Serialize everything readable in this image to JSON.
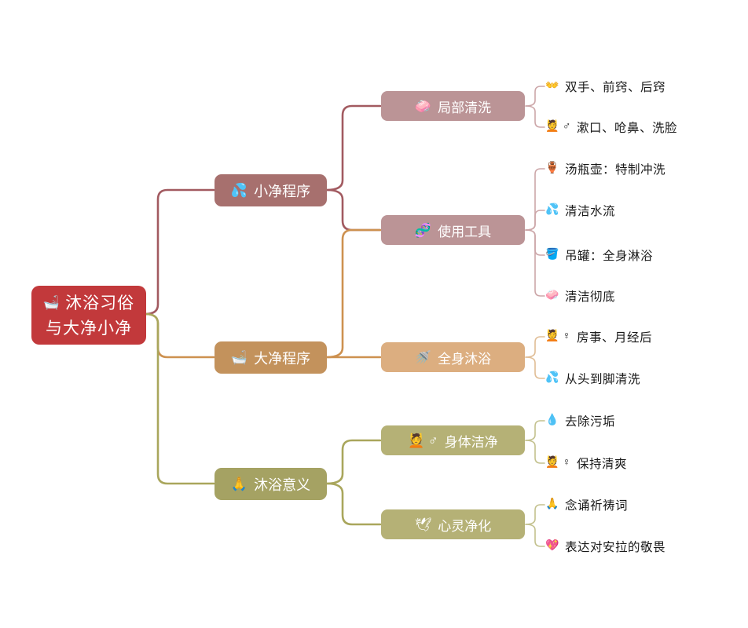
{
  "colors": {
    "background": "#ffffff",
    "root": "#c2393b",
    "node_text": "#ffffff",
    "leaf_text": "#1a1a1a",
    "branch1": "#a7706e",
    "branch1_line": "#a25a60",
    "branch1_child": "#bb9496",
    "branch1_leafline": "#cca6a8",
    "branch2": "#c3925c",
    "branch2_line": "#cd9150",
    "branch2_child": "#dcae80",
    "branch2_leafline": "#e0bd95",
    "branch3": "#a5a263",
    "branch3_line": "#a9a65c",
    "branch3_child": "#b5b176",
    "bran3_note": "",
    "branch3_leafline": "#c3c18e"
  },
  "root": {
    "icon": "🛁",
    "line1": "沐浴习俗",
    "line2": "与大净小净"
  },
  "branches": [
    {
      "icon": "💦",
      "label": "小净程序",
      "children": [
        {
          "icon": "🧼",
          "label": "局部清洗",
          "leaves": [
            {
              "icon": "👐",
              "text": "双手、前窍、后窍"
            },
            {
              "icon": "💆 ♂",
              "text": "漱口、呛鼻、洗脸"
            }
          ]
        },
        {
          "icon": "🧬",
          "label": "使用工具",
          "leaves": [
            {
              "icon": "🏺",
              "text": "汤瓶壶：特制冲洗"
            },
            {
              "icon": "💦",
              "text": "清洁水流"
            },
            {
              "icon": "🪣",
              "text": "吊罐：全身淋浴"
            },
            {
              "icon": "🧼",
              "text": "清洁彻底"
            }
          ]
        }
      ]
    },
    {
      "icon": "🛁",
      "label": "大净程序",
      "children": [
        {
          "icon": "🚿",
          "label": "全身沐浴",
          "leaves": [
            {
              "icon": "💆 ♀",
              "text": "房事、月经后"
            },
            {
              "icon": "💦",
              "text": "从头到脚清洗"
            }
          ]
        }
      ]
    },
    {
      "icon": "🙏",
      "label": "沐浴意义",
      "children": [
        {
          "icon": "💆 ♂",
          "label": "身体洁净",
          "leaves": [
            {
              "icon": "💧",
              "text": "去除污垢"
            },
            {
              "icon": "💆 ♀",
              "text": "保持清爽"
            }
          ]
        },
        {
          "icon": "🕊",
          "label": "心灵净化",
          "leaves": [
            {
              "icon": "🙏",
              "text": "念诵祈祷词"
            },
            {
              "icon": "💖",
              "text": "表达对安拉的敬畏"
            }
          ]
        }
      ]
    }
  ]
}
